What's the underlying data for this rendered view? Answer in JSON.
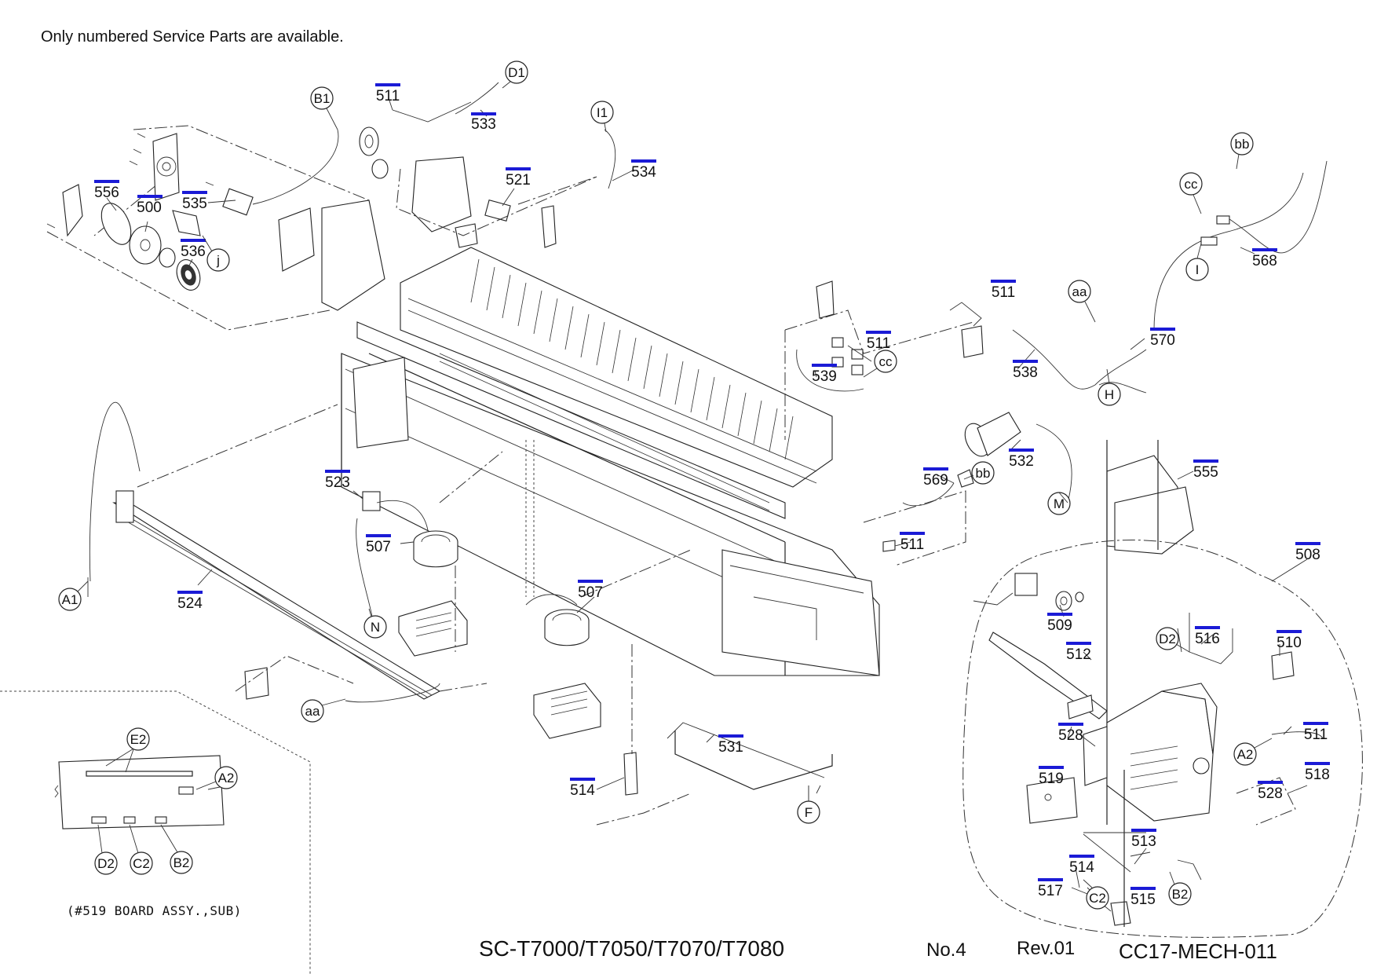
{
  "notice": "Only numbered Service Parts are available.",
  "footer": {
    "model": "SC-T7000/T7050/T7070/T7080",
    "page_no": "No.4",
    "revision": "Rev.01",
    "doc_id": "CC17-MECH-011"
  },
  "sub_board_caption": "(#519 BOARD ASSY.,SUB)",
  "part_numbers": [
    "556",
    "500",
    "535",
    "536",
    "511",
    "533",
    "521",
    "534",
    "511",
    "511",
    "539",
    "538",
    "570",
    "568",
    "532",
    "555",
    "569",
    "511",
    "508",
    "523",
    "507",
    "507",
    "524",
    "509",
    "512",
    "516",
    "510",
    "528",
    "511",
    "518",
    "519",
    "528",
    "513",
    "514",
    "517",
    "515",
    "531",
    "514"
  ],
  "reference_letters": [
    "B1",
    "D1",
    "I1",
    "j",
    "bb",
    "cc",
    "I",
    "aa",
    "H",
    "cc",
    "bb",
    "M",
    "A1",
    "N",
    "aa",
    "D2",
    "A2",
    "F",
    "C2",
    "B2",
    "E2",
    "A2",
    "D2",
    "C2",
    "B2"
  ]
}
